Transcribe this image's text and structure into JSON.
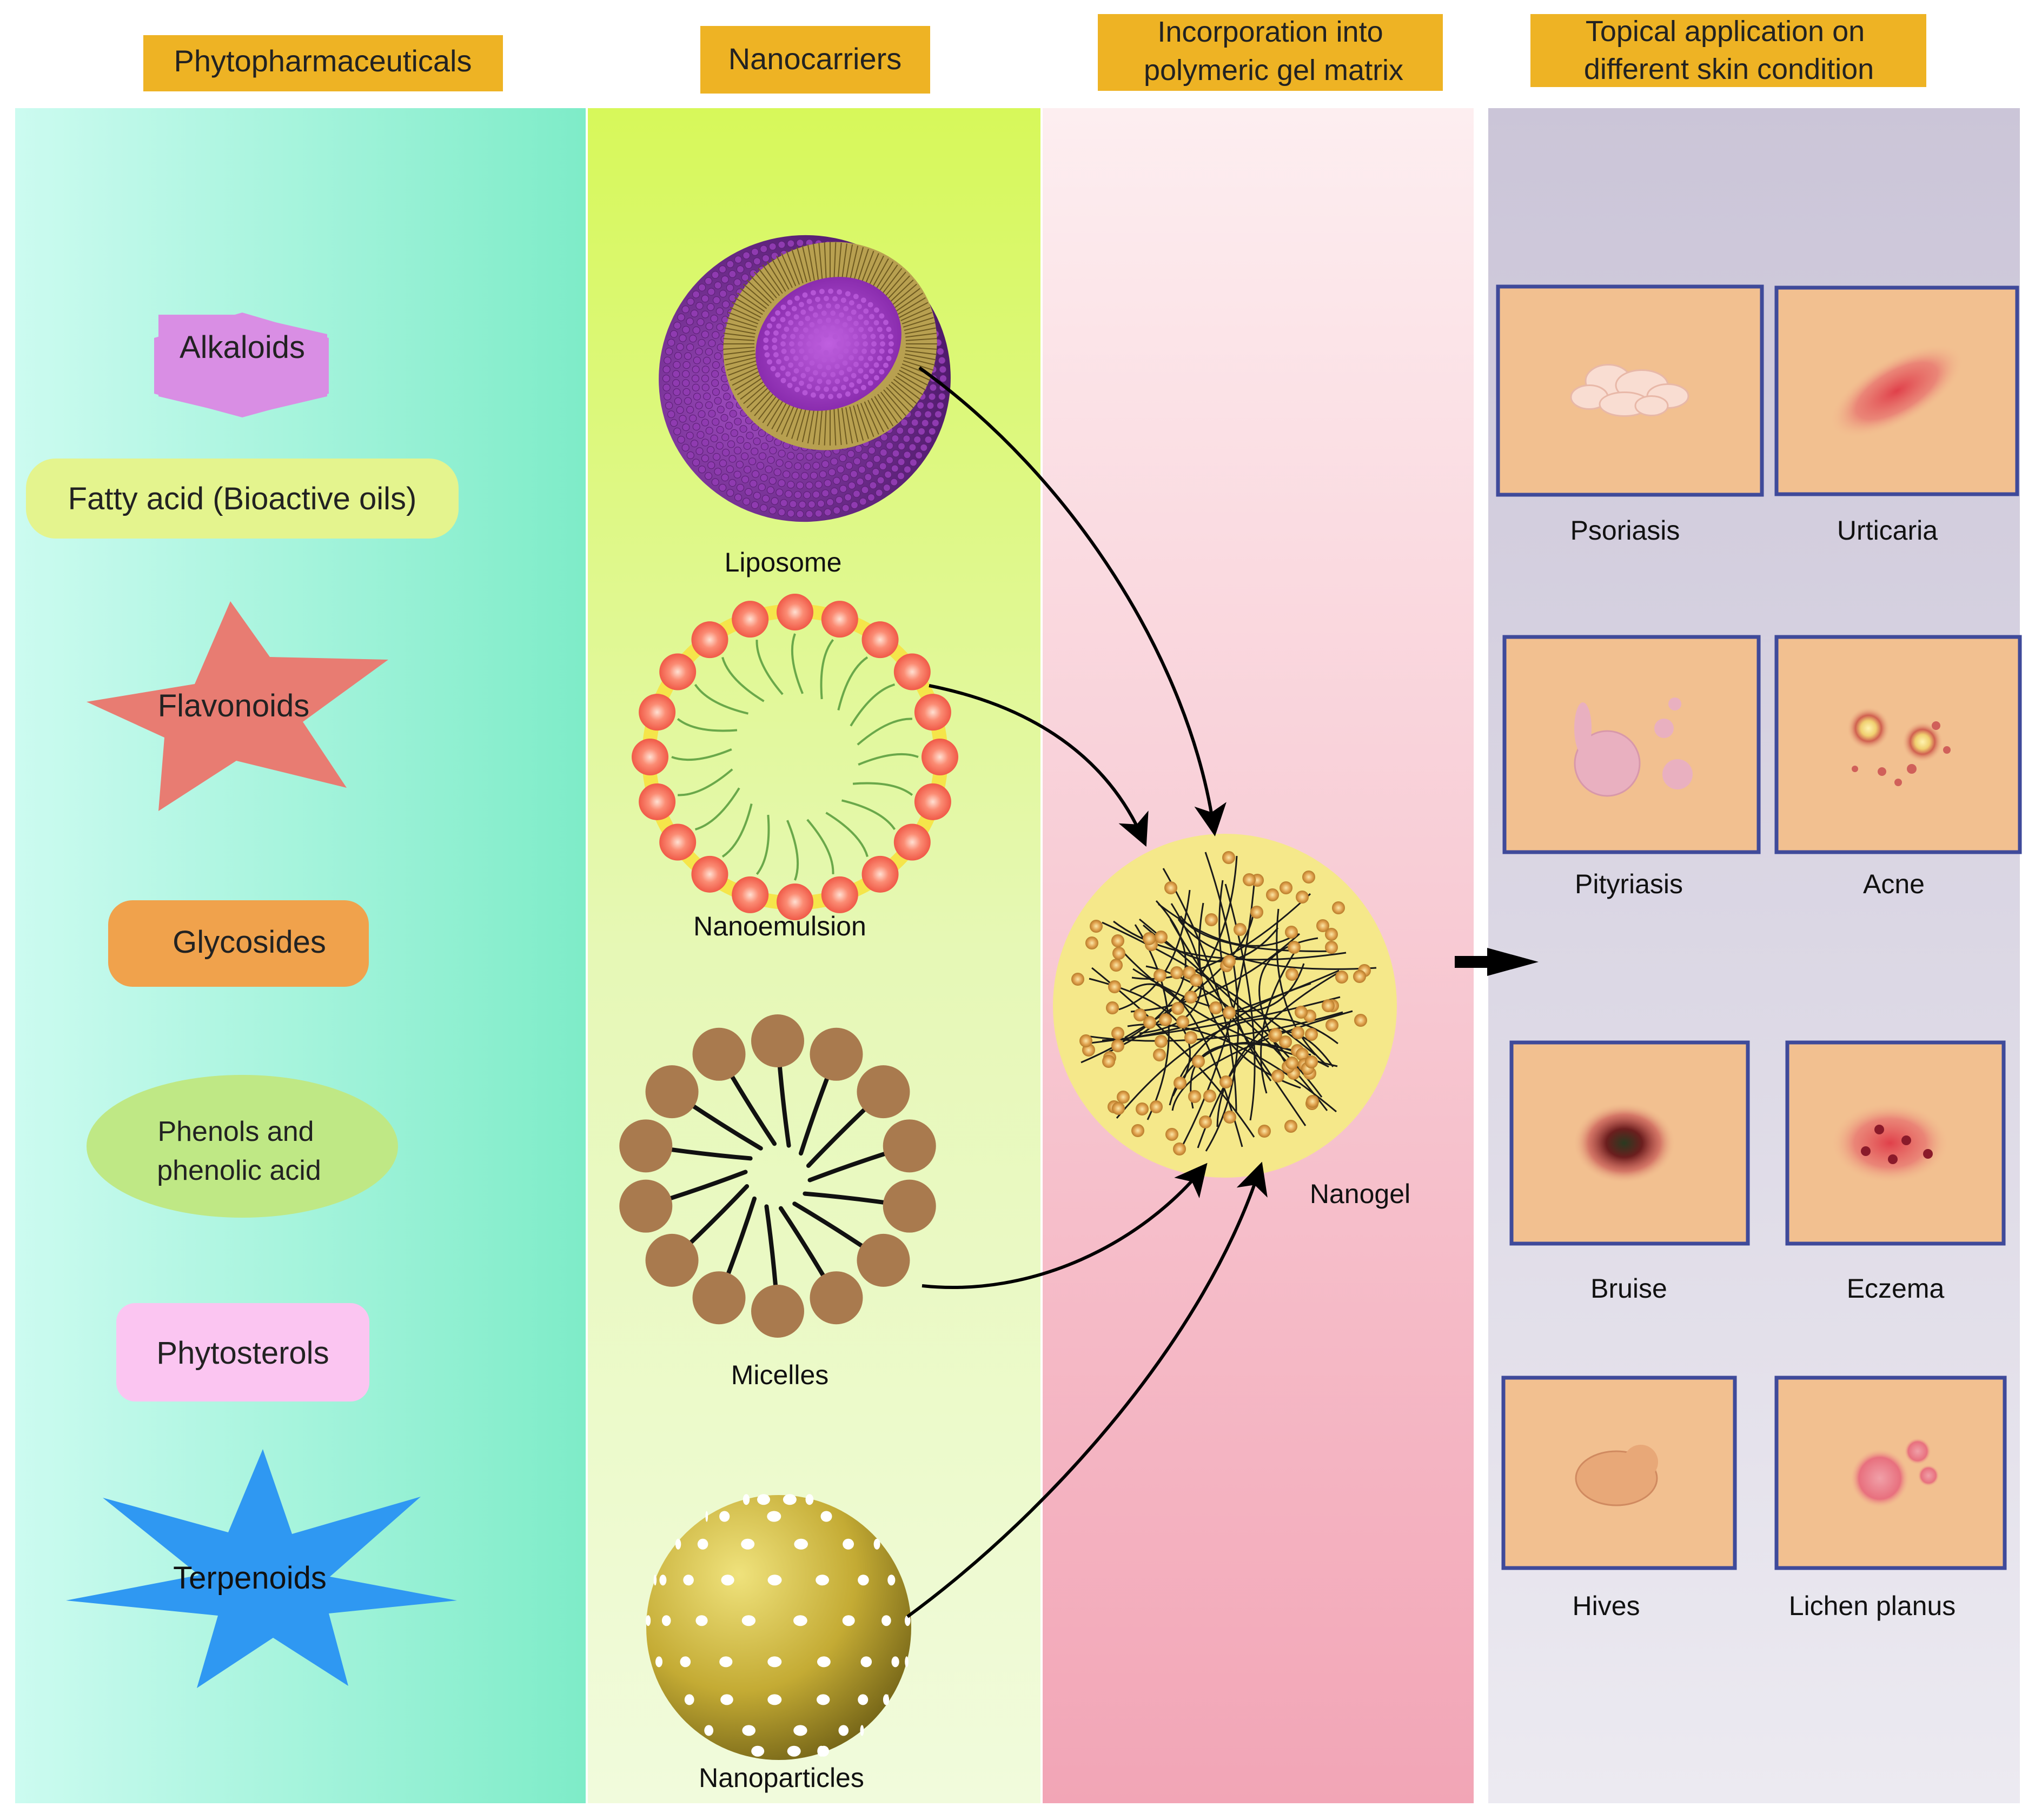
{
  "headers": {
    "col1": "Phytopharmaceuticals",
    "col2": "Nanocarriers",
    "col3_line1": "Incorporation into",
    "col3_line2": "polymeric gel matrix",
    "col4_line1": "Topical application on",
    "col4_line2": "different skin condition"
  },
  "phytopharmaceuticals": {
    "alkaloids": "Alkaloids",
    "fatty_acid": "Fatty acid (Bioactive oils)",
    "flavonoids": "Flavonoids",
    "glycosides": "Glycosides",
    "phenols_line1": "Phenols and",
    "phenols_line2": "phenolic acid",
    "phytosterols": "Phytosterols",
    "terpenoids": "Terpenoids"
  },
  "nanocarriers": {
    "liposome": "Liposome",
    "nanoemulsion": "Nanoemulsion",
    "micelles": "Micelles",
    "nanoparticles": "Nanoparticles"
  },
  "nanogel_label": "Nanogel",
  "skin_conditions": {
    "psoriasis": "Psoriasis",
    "urticaria": "Urticaria",
    "pityriasis": "Pityriasis",
    "acne": "Acne",
    "bruise": "Bruise",
    "eczema": "Eczema",
    "hives": "Hives",
    "lichen_planus": "Lichen planus"
  },
  "colors": {
    "header_fill": "#eeb324",
    "panel1_left": "#ccfbf0",
    "panel1_right": "#7eecc8",
    "panel2_top": "#d7f85a",
    "panel2_bottom": "#f1fbdc",
    "panel3_top": "#fdeef0",
    "panel3_bottom": "#f2a5b6",
    "panel4_top": "#cbc5d8",
    "panel4_bottom": "#eceaf1",
    "skin_tone": "#f2c090",
    "skin_frame": "#3f4a9a",
    "alkaloids": "#d98ee4",
    "fatty_acid": "#e4f48e",
    "flavonoids": "#e87c72",
    "glycosides": "#f0a24c",
    "phenols": "#bfe885",
    "phytosterols": "#fbc5f1",
    "terpenoids": "#2f98f2",
    "liposome": "#7a2a92",
    "nanogel": "#f5e88a",
    "nanoparticle": "#b6a028",
    "micelle": "#a97a4e"
  }
}
